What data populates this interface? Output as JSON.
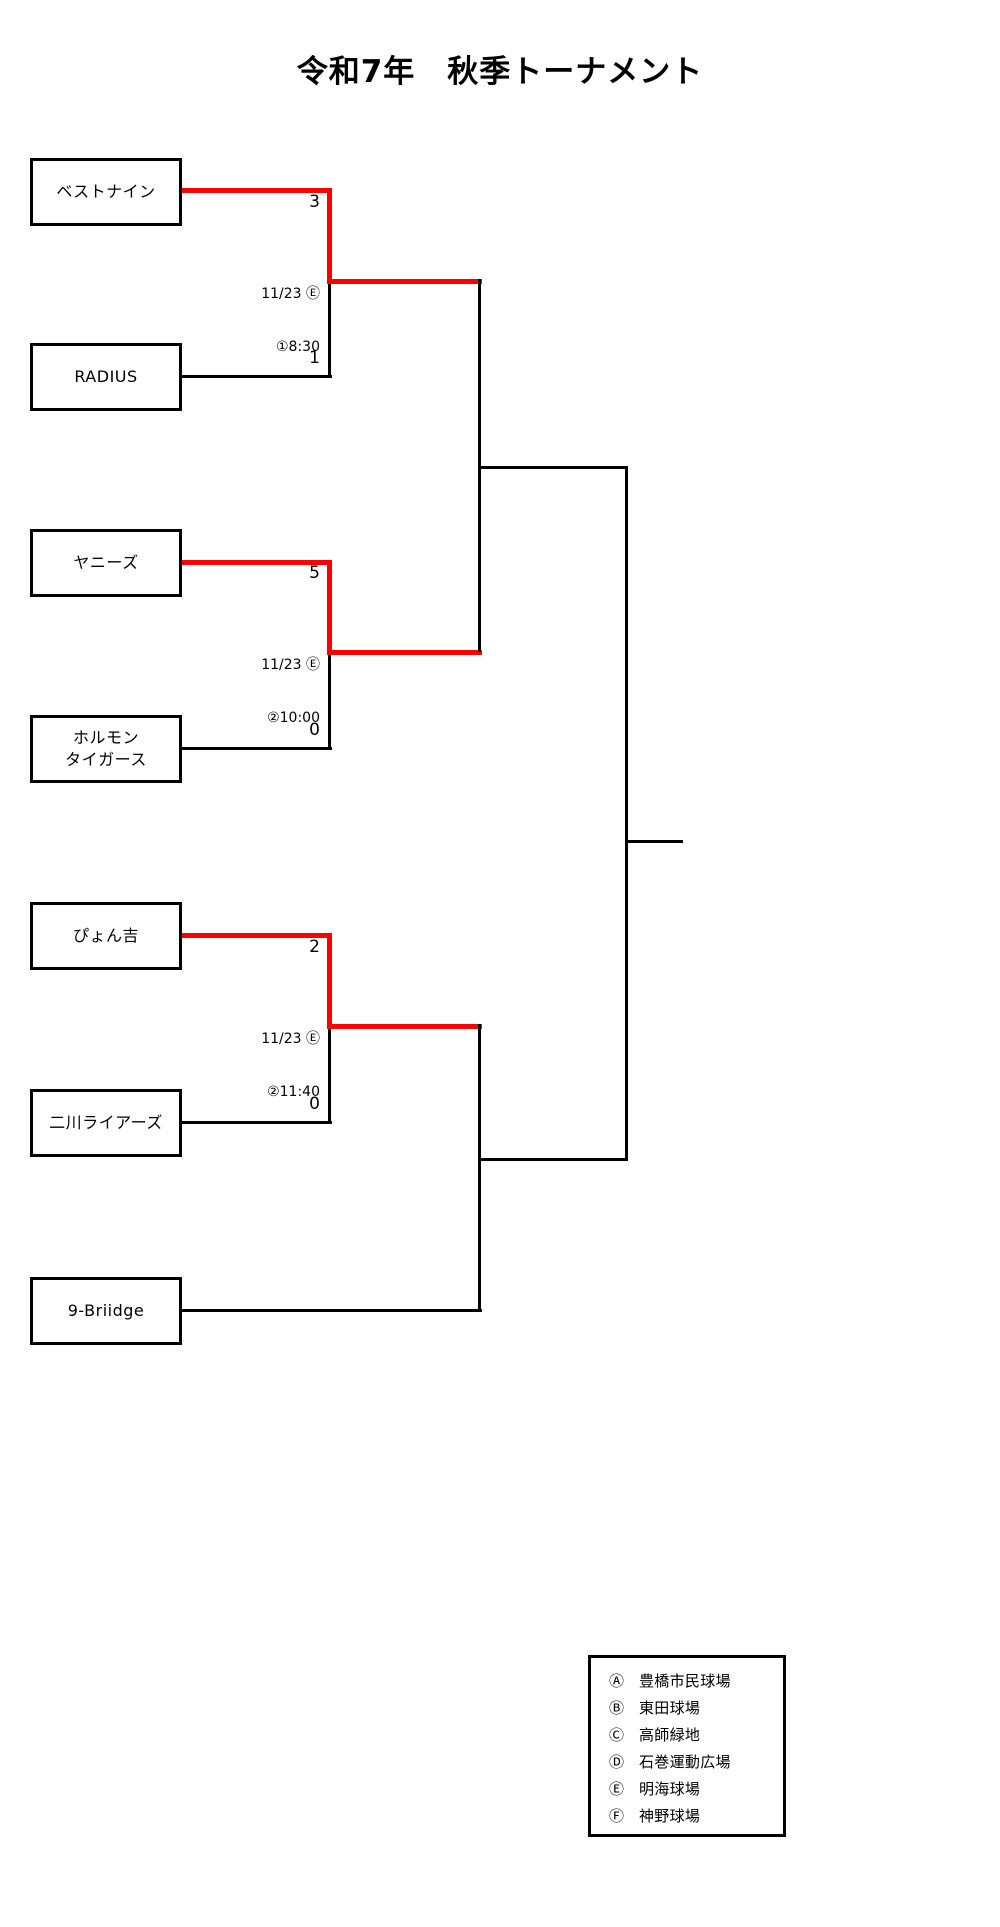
{
  "title": "令和7年　秋季トーナメント",
  "bracket": {
    "teams": [
      {
        "id": "best-nine",
        "name": "ベストナイン",
        "name2": ""
      },
      {
        "id": "radius",
        "name": "RADIUS",
        "name2": ""
      },
      {
        "id": "yanees",
        "name": "ヤニーズ",
        "name2": ""
      },
      {
        "id": "hormone-tigers",
        "name": "ホルモン",
        "name2": "タイガース"
      },
      {
        "id": "pyonkichi",
        "name": "ぴょん吉",
        "name2": ""
      },
      {
        "id": "futagawa-liars",
        "name": "二川ライアーズ",
        "name2": ""
      },
      {
        "id": "nine-briidge",
        "name": "9-Briidge",
        "name2": ""
      }
    ],
    "matches": [
      {
        "id": "match-1",
        "date": "11/23 Ⓔ",
        "time": "①8:30",
        "top_score": "3",
        "bottom_score": "1",
        "winner": "best-nine"
      },
      {
        "id": "match-2",
        "date": "11/23 Ⓔ",
        "time": "②10:00",
        "top_score": "5",
        "bottom_score": "0",
        "winner": "yanees"
      },
      {
        "id": "match-3",
        "date": "11/23 Ⓔ",
        "time": "②11:40",
        "top_score": "2",
        "bottom_score": "0",
        "winner": "pyonkichi"
      }
    ]
  },
  "legend": {
    "venues": [
      {
        "key": "Ⓐ",
        "name": "豊橋市民球場"
      },
      {
        "key": "Ⓑ",
        "name": "東田球場"
      },
      {
        "key": "Ⓒ",
        "name": "高師緑地"
      },
      {
        "key": "Ⓓ",
        "name": "石巻運動広場"
      },
      {
        "key": "Ⓔ",
        "name": "明海球場"
      },
      {
        "key": "Ⓕ",
        "name": "神野球場"
      }
    ]
  },
  "colors": {
    "line": "#000000",
    "winner_line": "#ff0000",
    "background": "#ffffff"
  }
}
